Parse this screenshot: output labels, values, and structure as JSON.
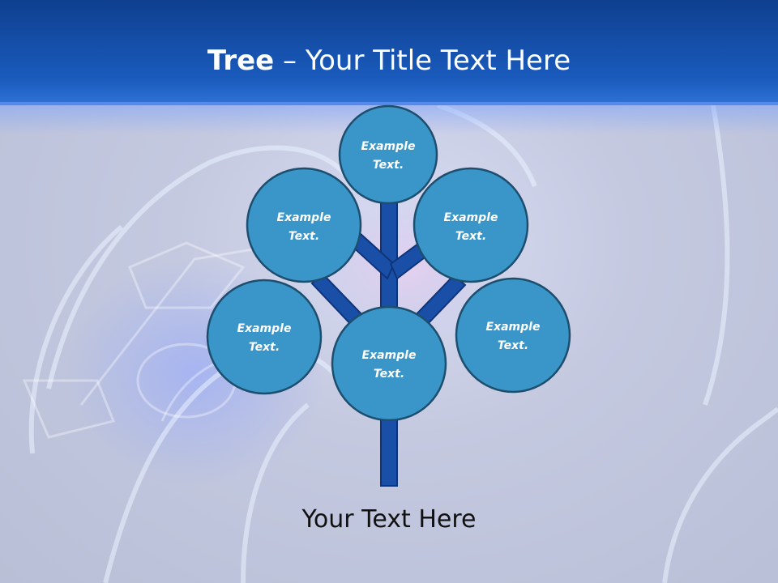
{
  "title": {
    "bold": "Tree",
    "separator": " – ",
    "rest": "Your Title Text Here"
  },
  "nodes": [
    {
      "line1": "Example",
      "line2": "Text."
    },
    {
      "line1": "Example",
      "line2": "Text."
    },
    {
      "line1": "Example",
      "line2": "Text."
    },
    {
      "line1": "Example",
      "line2": "Text."
    },
    {
      "line1": "Example",
      "line2": "Text."
    },
    {
      "line1": "Example",
      "line2": "Text."
    }
  ],
  "footer": "Your Text Here",
  "colors": {
    "header": "#1a5bbd",
    "node_fill": "#3a95c8",
    "node_stroke": "#1d4e6e",
    "trunk": "#1a4fa8",
    "trunk_stroke": "#0f3478"
  }
}
